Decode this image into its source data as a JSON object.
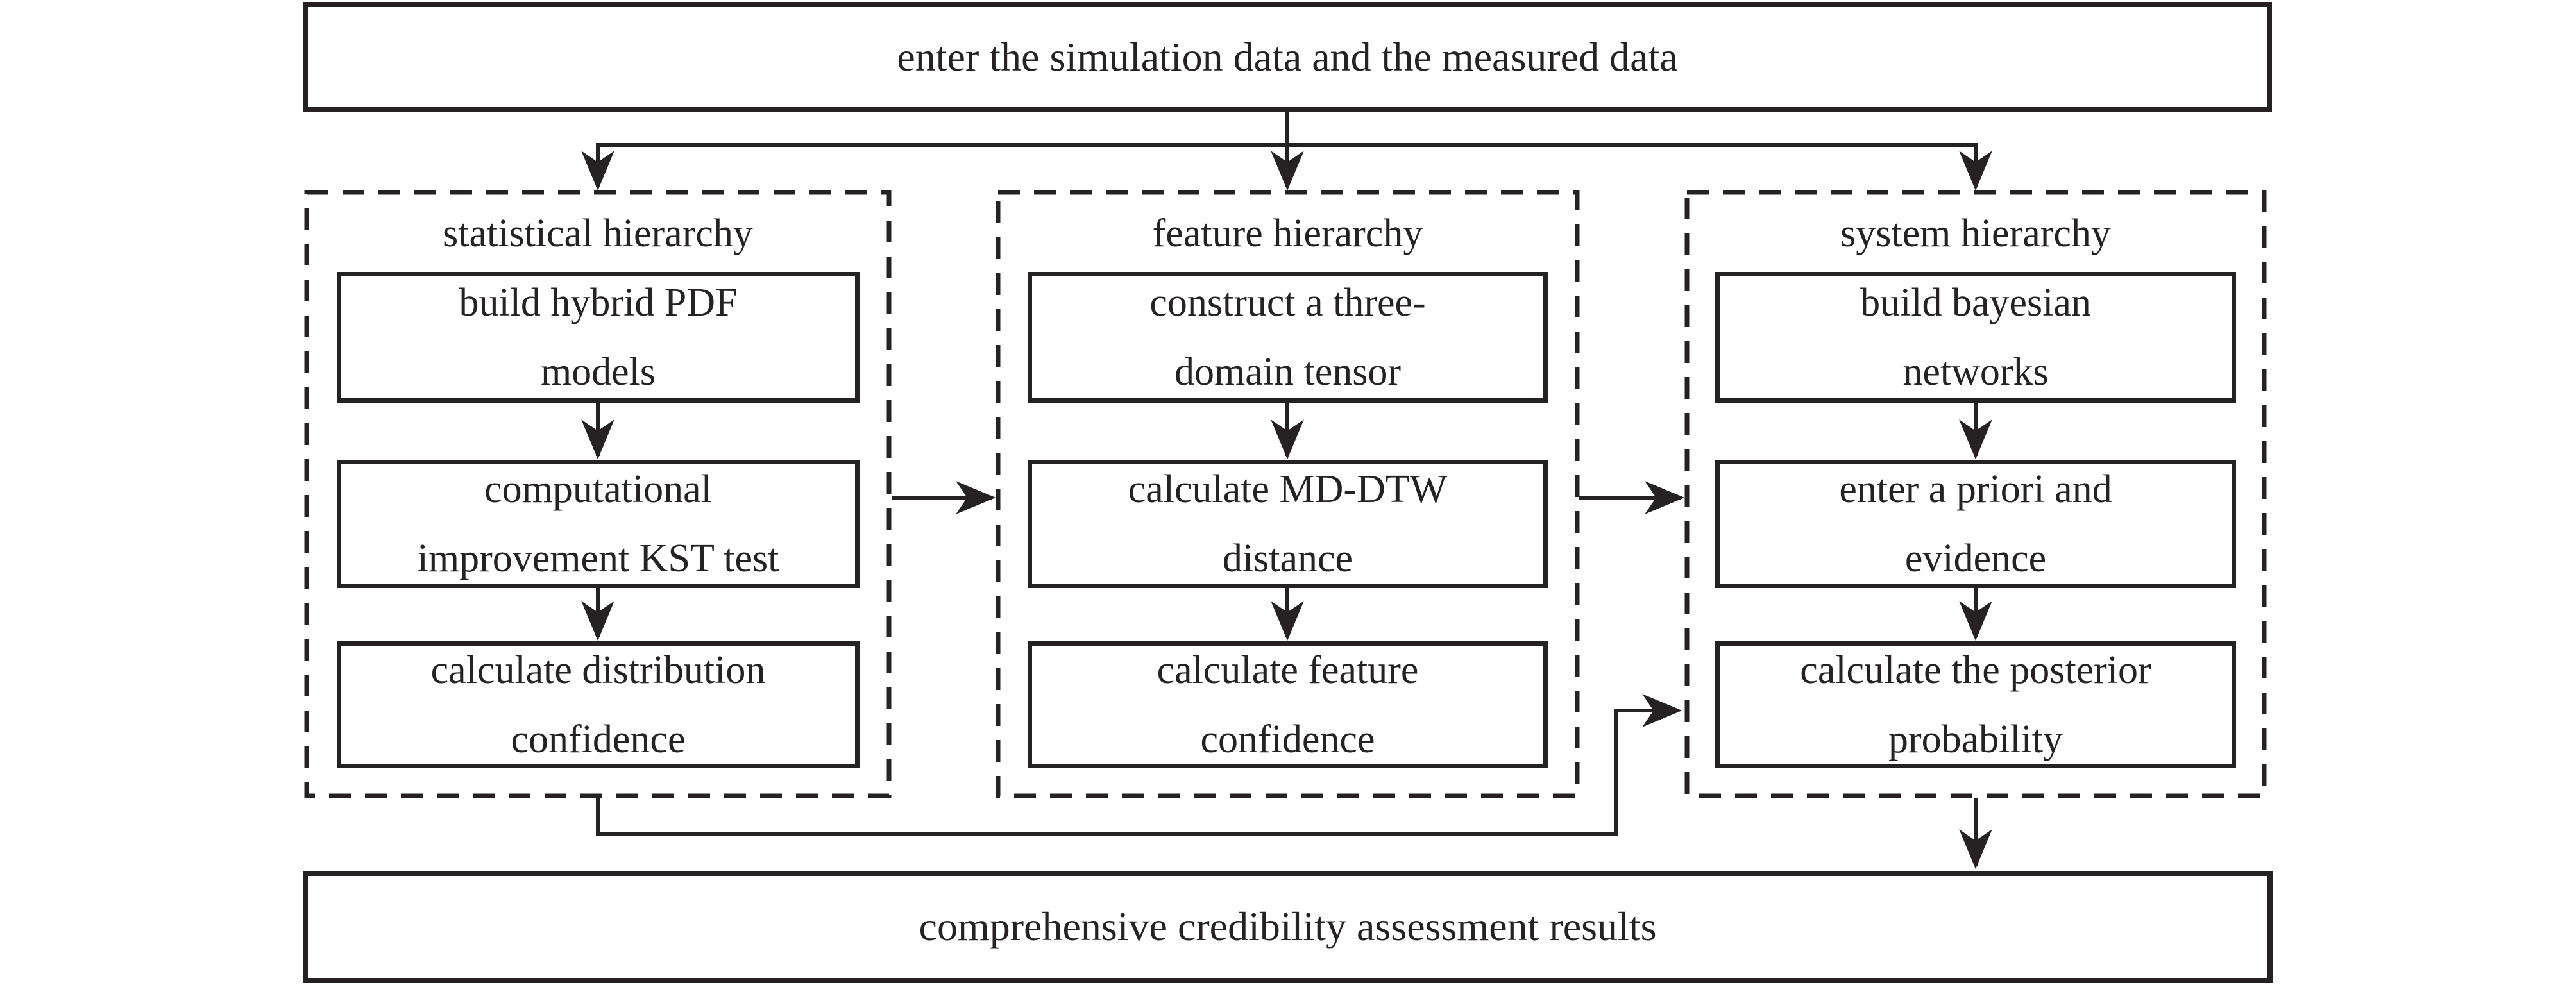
{
  "diagram": {
    "colors": {
      "ink": "#262223",
      "background": "#ffffff"
    },
    "top_box": "enter the simulation data and the measured data",
    "bottom_box": "comprehensive credibility assessment results",
    "columns": [
      {
        "title": "statistical hierarchy",
        "steps": [
          "build hybrid PDF\nmodels",
          "computational\nimprovement KST test",
          "calculate distribution\nconfidence"
        ]
      },
      {
        "title": "feature hierarchy",
        "steps": [
          "construct a three-\ndomain tensor",
          "calculate MD-DTW\ndistance",
          "calculate feature\nconfidence"
        ]
      },
      {
        "title": "system hierarchy",
        "steps": [
          "build bayesian\nnetworks",
          "enter a priori and\nevidence",
          "calculate the posterior\nprobability"
        ]
      }
    ]
  }
}
